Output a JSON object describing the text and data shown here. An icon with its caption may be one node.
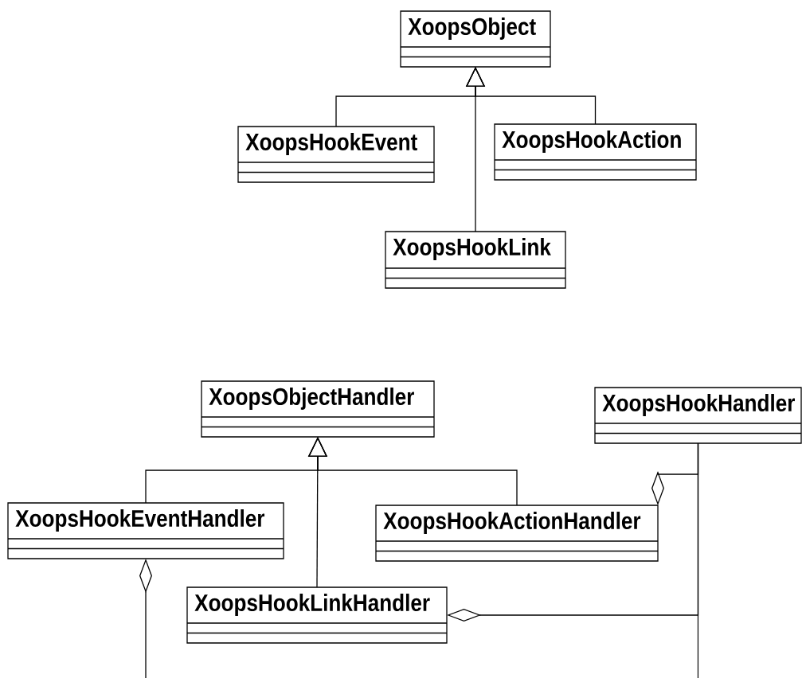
{
  "diagram": {
    "nodes": [
      {
        "text": [
          "XoopsObject"
        ]
      },
      {
        "text": [
          "XoopsHookEvent"
        ]
      },
      {
        "text": [
          "XoopsHookAction"
        ]
      },
      {
        "text": [
          "XoopsHookLink"
        ]
      },
      {
        "text": [
          "XoopsObjectHandler"
        ]
      },
      {
        "text": [
          "XoopsHookHandler"
        ]
      },
      {
        "text": [
          "XoopsHookEventHandler"
        ]
      },
      {
        "text": [
          "XoopsHookActionHandler"
        ]
      },
      {
        "text": [
          "XoopsHookLinkHandler"
        ]
      }
    ],
    "edges": [
      {
        "from": 1,
        "to": 0,
        "arrow": "to"
      },
      {
        "from": 2,
        "to": 0,
        "arrow": "to"
      },
      {
        "from": 3,
        "to": 0,
        "arrow": "to"
      },
      {
        "from": 6,
        "to": 4,
        "arrow": "to"
      },
      {
        "from": 7,
        "to": 4,
        "arrow": "to"
      },
      {
        "from": 8,
        "to": 4,
        "arrow": "to"
      },
      {
        "from": 5,
        "to": 7,
        "arrow": "other"
      },
      {
        "from": 5,
        "to": 8,
        "arrow": "other"
      },
      {
        "from": 5,
        "to": 6,
        "arrow": "other"
      }
    ]
  }
}
